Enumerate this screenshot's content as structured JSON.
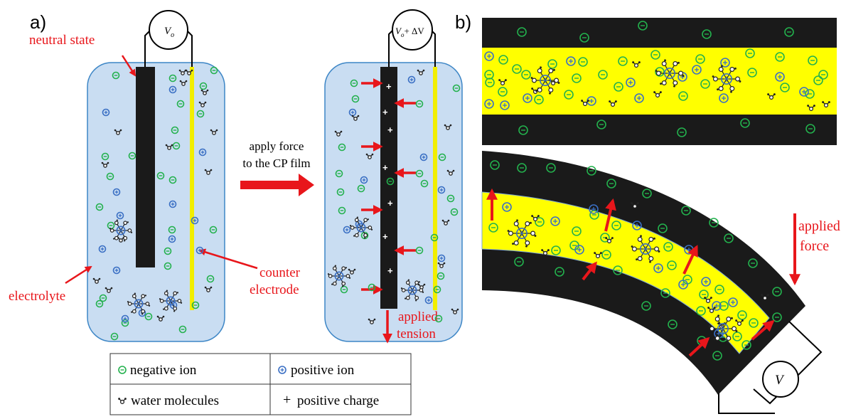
{
  "panel_a": {
    "label": "a)",
    "voltmeter_left": "V",
    "voltmeter_left_sub": "o",
    "voltmeter_right": "V",
    "voltmeter_right_sub": "o",
    "voltmeter_right_suffix": "+ ΔV",
    "neutral_state": "neutral state",
    "electrolyte": "electrolyte",
    "counter_line1": "counter",
    "counter_line2": "electrode",
    "apply_force_line1": "apply force",
    "apply_force_line2": "to the CP film",
    "applied_line1": "applied",
    "applied_line2": "tension",
    "legend": {
      "negative_ion": "negative ion",
      "positive_ion": "positive ion",
      "water_molecules": "water molecules",
      "positive_charge": "positive charge"
    }
  },
  "panel_b": {
    "label": "b)",
    "applied_force_line1": "applied",
    "applied_force_line2": "force",
    "voltmeter": "V"
  },
  "colors": {
    "electrolyte": "#c9ddf2",
    "electrode_dark": "#1a1a1a",
    "counter_electrode": "#f2ee00",
    "film_yellow": "#ffff00",
    "negative_ion": "#23b14d",
    "positive_ion": "#3a6fc4",
    "arrow": "#e8161b"
  }
}
